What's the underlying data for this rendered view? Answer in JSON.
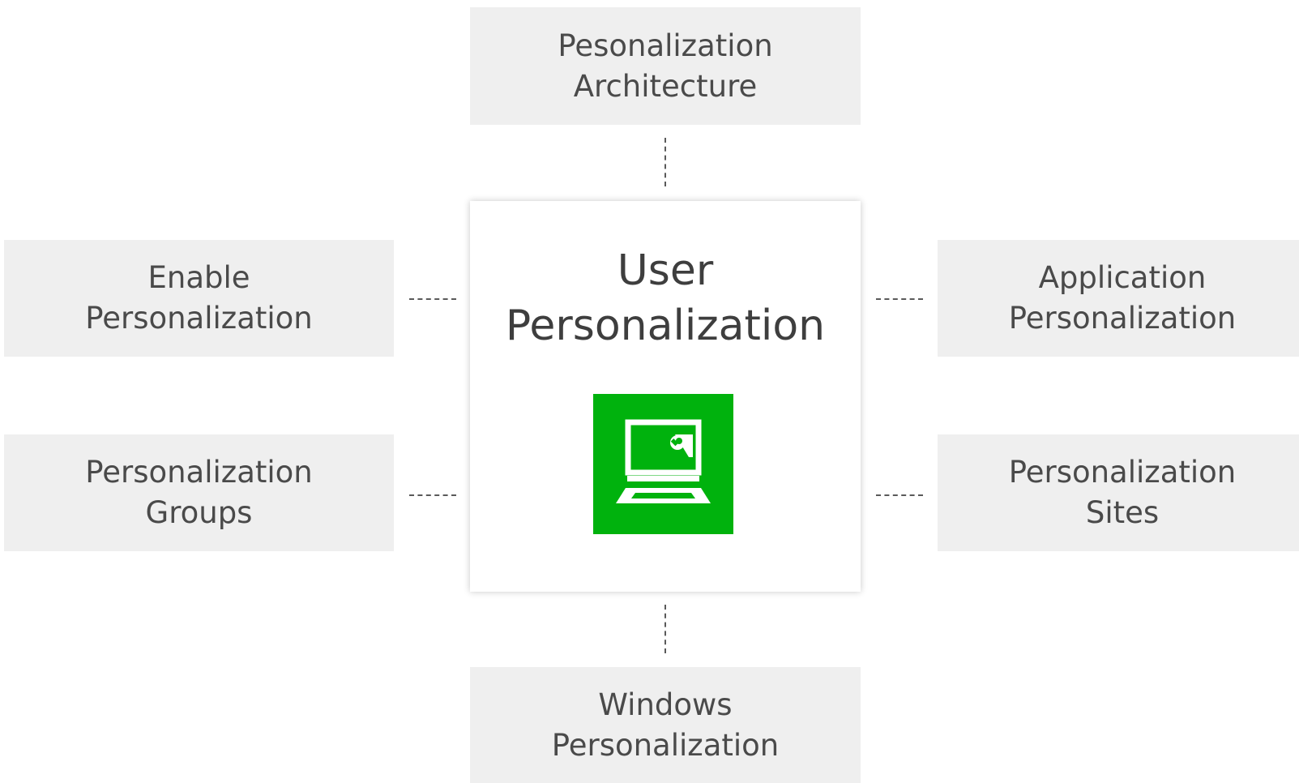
{
  "diagram": {
    "center": {
      "title_line1": "User",
      "title_line2": "Personalization",
      "icon": "laptop-wrench-icon",
      "icon_bg_color": "#00b20d"
    },
    "nodes": {
      "top": {
        "line1": "Pesonalization",
        "line2": "Architecture"
      },
      "left1": {
        "line1": "Enable",
        "line2": "Personalization"
      },
      "left2": {
        "line1": "Personalization",
        "line2": "Groups"
      },
      "right1": {
        "line1": "Application",
        "line2": "Personalization"
      },
      "right2": {
        "line1": "Personalization",
        "line2": "Sites"
      },
      "bottom": {
        "line1": "Windows",
        "line2": "Personalization"
      }
    },
    "colors": {
      "node_bg": "#efefef",
      "text": "#4a4a4a",
      "connector": "#5a5a5a"
    }
  }
}
